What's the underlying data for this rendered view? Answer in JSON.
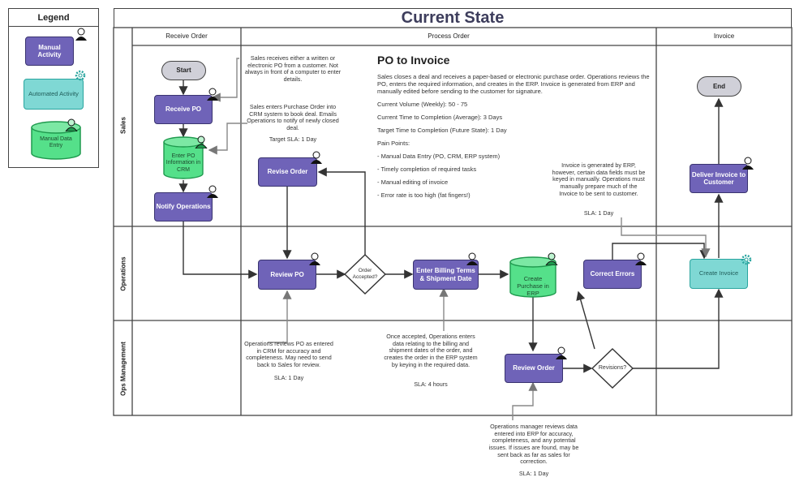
{
  "legend": {
    "title": "Legend",
    "manual": "Manual Activity",
    "automated": "Automated Activity",
    "data_entry": "Manual Data Entry"
  },
  "title": "Current State",
  "columns": [
    "Receive Order",
    "Process Order",
    "Invoice"
  ],
  "lanes": [
    "Sales",
    "Operations",
    "Ops Management"
  ],
  "nodes": {
    "start": "Start",
    "end": "End",
    "receive_po": "Receive PO",
    "enter_po": "Enter PO Information in CRM",
    "notify_ops": "Notify Operations",
    "revise_order": "Revise Order",
    "review_po": "Review PO",
    "order_accepted": "Order Accepted?",
    "billing": "Enter Billing Terms & Shipment Date",
    "create_purchase": "Create Purchase in ERP",
    "correct_errors": "Correct Errors",
    "create_invoice": "Create Invoice",
    "deliver_invoice": "Deliver Invoice to Customer",
    "review_order": "Review Order",
    "revisions": "Revisions?"
  },
  "notes": {
    "n1": "Sales receives either a written or electronic PO from a customer. Not always in front of a computer to enter details.",
    "n2": "Sales enters Purchase Order into CRM system to book deal. Emails Operations to notify of newly closed deal.",
    "n2_sla": "Target SLA: 1 Day",
    "n3": "Operations reviews PO as entered in CRM for accuracy and completeness. May need to send back to Sales for review.",
    "n3_sla": "SLA: 1 Day",
    "n4": "Once accepted, Operations enters data relating to the billing and shipment dates of the order, and creates the order in the ERP system by keying in the required data.",
    "n4_sla": "SLA: 4 hours",
    "n5": "Invoice is generated by ERP, however, certain data fields must be keyed in manually. Operations must manually prepare much of the Invoice to be sent to customer.",
    "n5_sla": "SLA: 1 Day",
    "n6": "Operations manager reviews data entered into ERP for accuracy, completeness, and any potential issues. If issues are found, may be sent back as far as sales for correction.",
    "n6_sla": "SLA: 1 Day"
  },
  "info": {
    "heading": "PO to Invoice",
    "desc": "Sales closes a deal and receives a paper-based or electronic purchase order. Operations reviews the PO, enters the required information, and creates in the ERP. Invoice is generated from ERP and manually edited before sending to the customer for signature.",
    "volume": "Current Volume (Weekly): 50 - 75",
    "ttc_avg": "Current Time to Completion (Average): 3 Days",
    "ttc_target": "Target Time to Completion (Future State): 1 Day",
    "pain_title": "Pain Points:",
    "pain": [
      "- Manual Data Entry (PO, CRM, ERP system)",
      "- Timely completion of required tasks",
      "- Manual editing of invoice",
      "- Error rate is too high (fat fingers!)"
    ]
  },
  "colors": {
    "manual": "#6f63b8",
    "automated": "#7fd8d4",
    "data_entry": "#55e08a",
    "terminal": "#d0d0d8"
  }
}
